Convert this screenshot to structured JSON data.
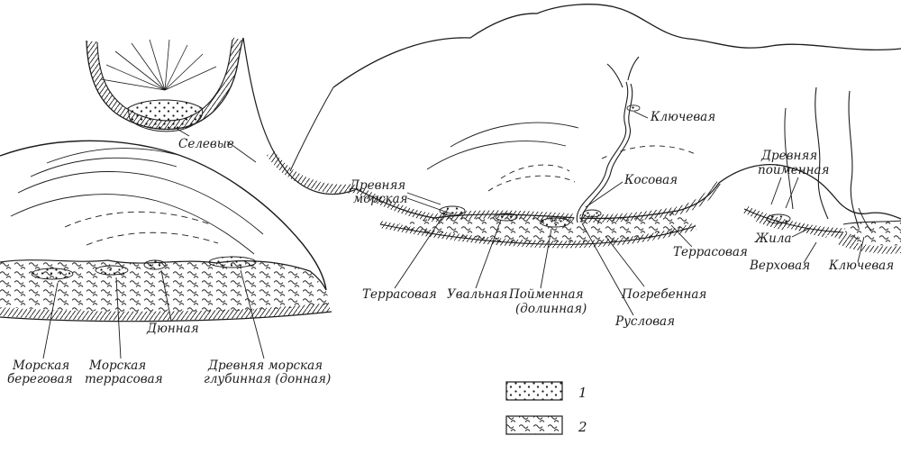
{
  "figure_name": "Types of placer deposits landscape diagram",
  "colors": {
    "ink": "#1c1c1c",
    "background": "#ffffff"
  },
  "labels": {
    "selevye": "Селевые",
    "drevnyaya_morskaya_1": "Древняя",
    "drevnyaya_morskaya_2": "морская",
    "klyuchevaya_top": "Ключевая",
    "kosovaya": "Косовая",
    "terrasovaya_right": "Террасовая",
    "dyunnaya": "Дюнная",
    "morskaya_beregovaya_1": "Морская",
    "morskaya_beregovaya_2": "береговая",
    "morskaya_terrasovaya_1": "Морская",
    "morskaya_terrasovaya_2": "террасовая",
    "drevnyaya_morskaya_glubinnaya_1": "Древняя морская",
    "drevnyaya_morskaya_glubinnaya_2": "глубинная (донная)",
    "terrasovaya_bottom": "Террасовая",
    "uvalnaya": "Увальная",
    "poymennaya_1": "Пойменная",
    "poymennaya_2": "(долинная)",
    "pogrebennaya": "Погребенная",
    "ruslovaya": "Русловая",
    "drevnyaya_poymennaya_1": "Древняя",
    "drevnyaya_poymennaya_2": "пойменная",
    "zhila": "Жила",
    "verkhovaya": "Верховая",
    "klyuchevaya_bottom": "Ключевая"
  },
  "legend": {
    "items": [
      {
        "number": "1",
        "pattern": "dots"
      },
      {
        "number": "2",
        "pattern": "waves"
      }
    ]
  }
}
